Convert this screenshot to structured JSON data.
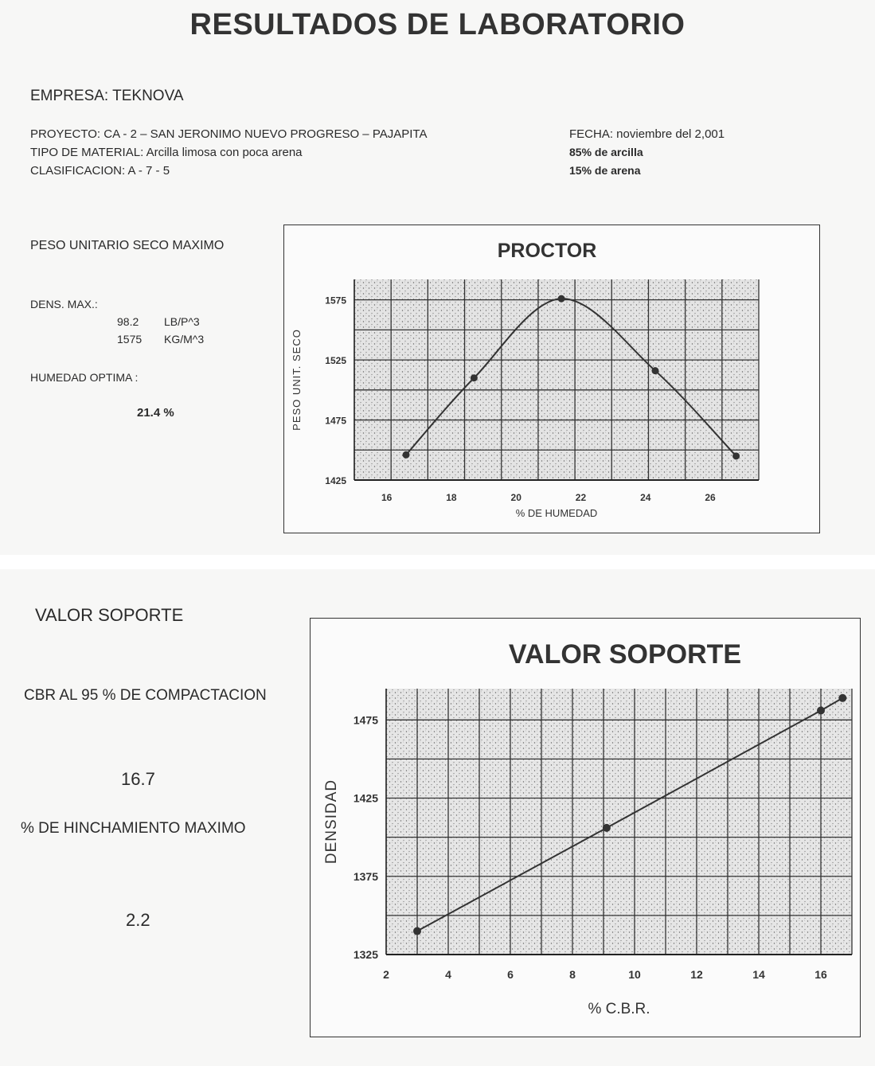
{
  "title": "RESULTADOS DE LABORATORIO",
  "empresa": "EMPRESA:  TEKNOVA",
  "proyecto": "PROYECTO:  CA - 2 – SAN JERONIMO NUEVO PROGRESO – PAJAPITA",
  "tipo_material": "TIPO DE MATERIAL:  Arcilla limosa con poca arena",
  "clasificacion": "CLASIFICACION:  A  -  7  -  5",
  "fecha": "FECHA:  noviembre del 2,001",
  "arcilla": "85% de arcilla",
  "arena": "15% de arena",
  "proctor_section": {
    "heading": "PESO UNITARIO SECO MAXIMO",
    "dens_label": "DENS. MAX.:",
    "dens_lb_value": "98.2",
    "dens_lb_unit": "LB/P^3",
    "dens_kg_value": "1575",
    "dens_kg_unit": "KG/M^3",
    "humedad_label": "HUMEDAD OPTIMA :",
    "humedad_value": "21.4  %"
  },
  "soporte_section": {
    "heading": "VALOR SOPORTE",
    "cbr_label": "CBR AL 95 % DE COMPACTACION",
    "cbr_value": "16.7",
    "hinch_label": "% DE HINCHAMIENTO MAXIMO",
    "hinch_value": "2.2"
  },
  "chart_data": [
    {
      "type": "line",
      "title": "PROCTOR",
      "xlabel": "% DE HUMEDAD",
      "ylabel": "PESO UNIT. SECO",
      "xlim": [
        15,
        27.5
      ],
      "ylim": [
        1425,
        1592
      ],
      "xticks": [
        "16",
        "18",
        "20",
        "22",
        "24",
        "26"
      ],
      "yticks": [
        "1425",
        "1475",
        "1525",
        "1575"
      ],
      "series": [
        {
          "x": [
            16.6,
            18.7,
            21.4,
            24.3,
            26.8
          ],
          "y": [
            1446,
            1510,
            1576,
            1516,
            1445
          ]
        }
      ],
      "grid": true
    },
    {
      "type": "line",
      "title": "VALOR SOPORTE",
      "xlabel": "% C.B.R.",
      "ylabel": "DENSIDAD",
      "xlim": [
        2,
        17
      ],
      "ylim": [
        1325,
        1495
      ],
      "xticks": [
        "2",
        "4",
        "6",
        "8",
        "10",
        "12",
        "14",
        "16"
      ],
      "yticks": [
        "1325",
        "1375",
        "1425",
        "1475"
      ],
      "series": [
        {
          "x": [
            3.0,
            9.1,
            16.0,
            16.7
          ],
          "y": [
            1340,
            1406,
            1481,
            1489
          ]
        }
      ],
      "grid": true
    }
  ]
}
